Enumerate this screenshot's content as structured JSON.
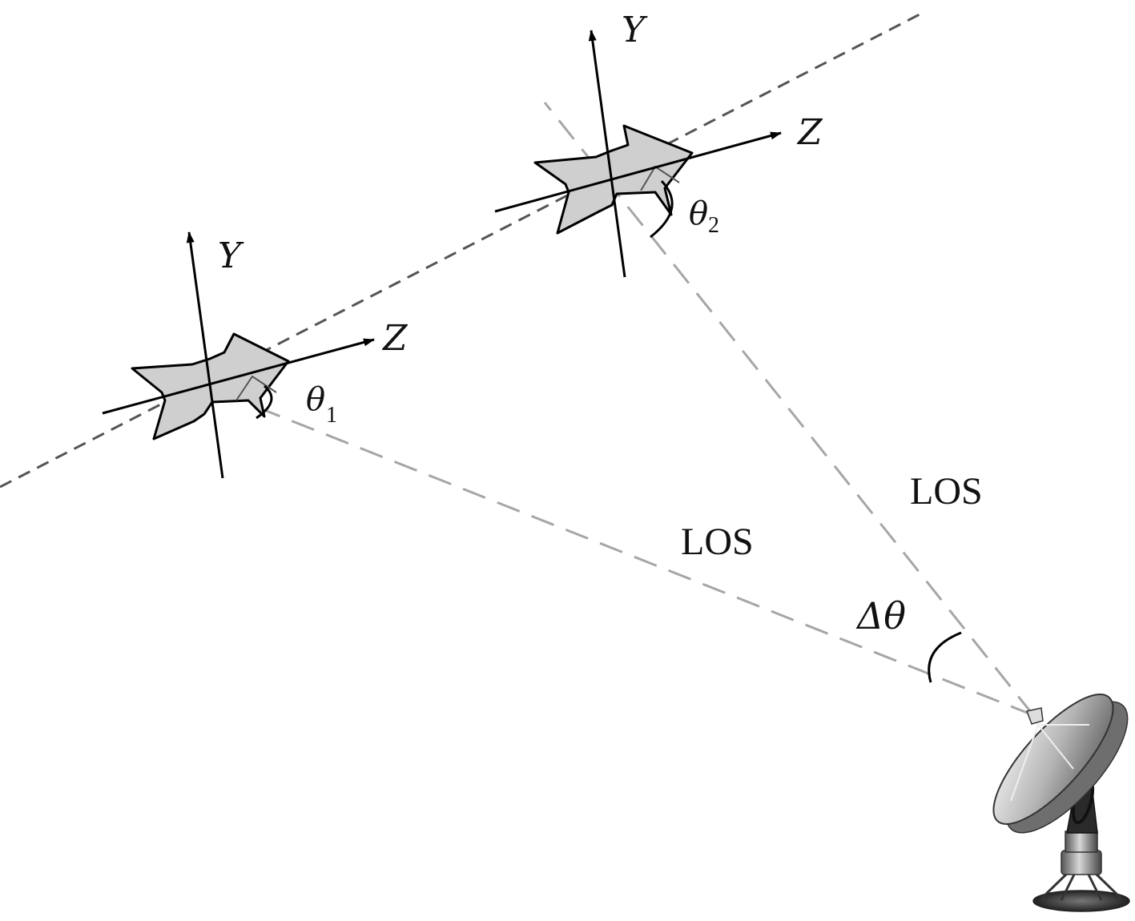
{
  "labels": {
    "y_axis_1": "Y",
    "z_axis_1": "Z",
    "theta_1_symbol": "θ",
    "theta_1_sub": "1",
    "y_axis_2": "Y",
    "z_axis_2": "Z",
    "theta_2_symbol": "θ",
    "theta_2_sub": "2",
    "los_1": "LOS",
    "los_2": "LOS",
    "delta_theta": "Δθ"
  },
  "colors": {
    "airframe_fill": "#cfcfcf",
    "axis_stroke": "#000000",
    "trajectory_dash": "#555555",
    "los_dash": "#a6a6a6",
    "radar_body": "#9a9a9a"
  }
}
